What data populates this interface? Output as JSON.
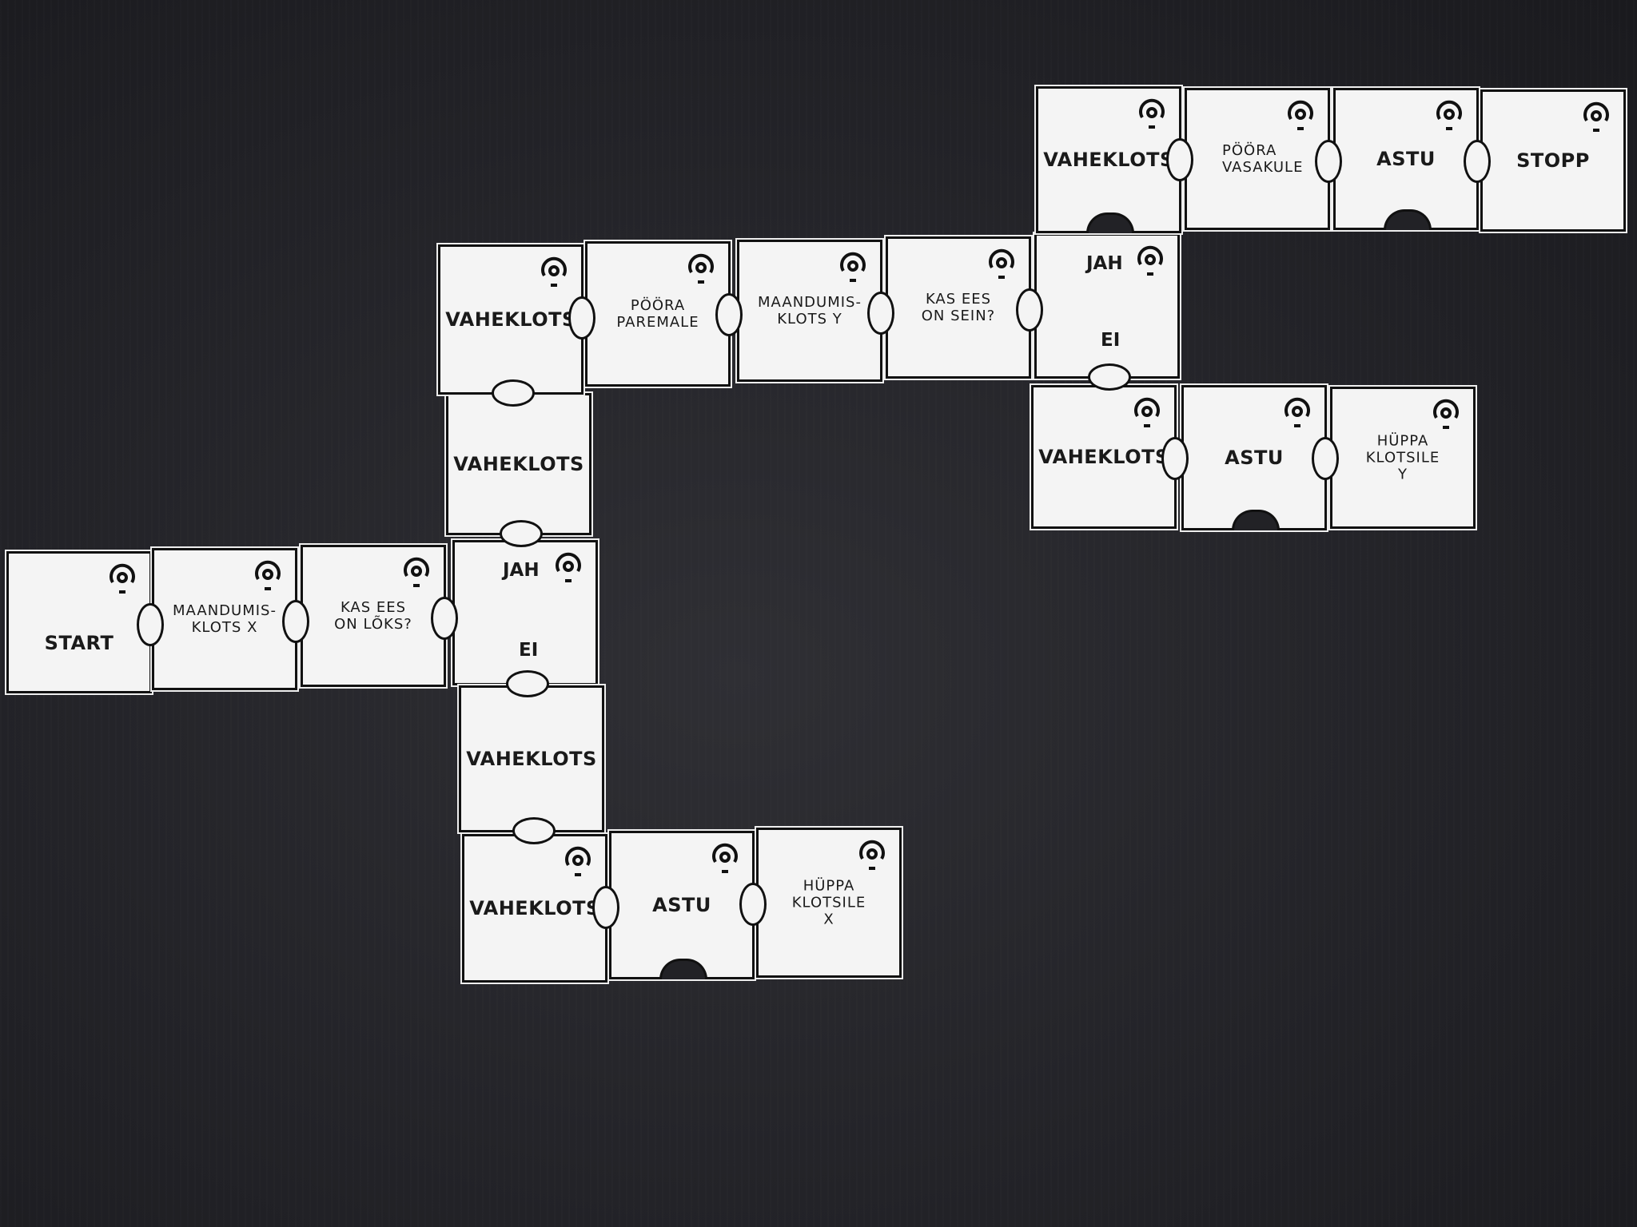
{
  "tiles": {
    "start": "START",
    "maandumis_x": "MAANDUMIS-\nKLOTS X",
    "kas_loks": "KAS EES\nON LÕKS?",
    "jah_1": "JAH",
    "ei_1": "EI",
    "vaheklots_a": "VAHEKLOTS",
    "vaheklots_b": "VAHEKLOTS",
    "vaheklots_c": "VAHEKLOTS",
    "vaheklots_d": "VAHEKLOTS",
    "astu_1": "ASTU",
    "huppa_x": "HÜPPA\nKLOTSILE\nX",
    "poora_paremale": "PÖÖRA\nPAREMALE",
    "maandumis_y": "MAANDUMIS-\nKLOTS Y",
    "kas_sein": "KAS EES\nON SEIN?",
    "jah_2": "JAH",
    "ei_2": "EI",
    "vaheklots_e": "VAHEKLOTS",
    "poora_vasakule": "PÖÖRA\nVASAKULE",
    "astu_2": "ASTU",
    "stopp": "STOPP",
    "vaheklots_f": "VAHEKLOTS",
    "astu_3": "ASTU",
    "huppa_y": "HÜPPA\nKLOTSILE\nY"
  },
  "icons": {
    "sensor": "sensor-icon"
  },
  "colors": {
    "background": "#232328",
    "tile": "#f4f4f4",
    "ink": "#111111"
  }
}
